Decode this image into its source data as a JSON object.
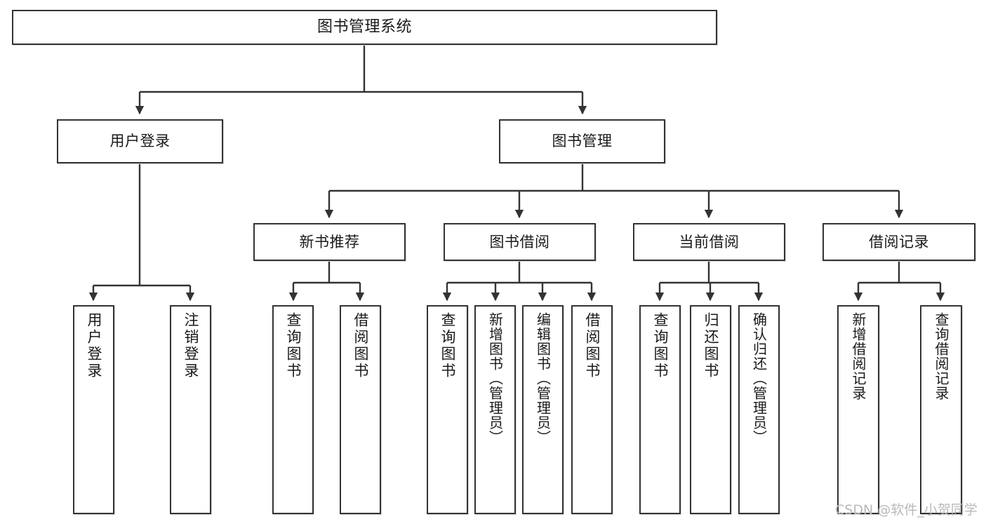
{
  "diagram": {
    "title": "图书管理系统",
    "type": "tree",
    "watermark": "CSDN @软件_小贺同学",
    "colors": {
      "border": "#333333",
      "background": "#ffffff",
      "text": "#1a1a1a",
      "watermark": "#b9b9b9"
    },
    "levels": {
      "root": {
        "id": "root",
        "label": "图书管理系统"
      },
      "level2": [
        {
          "id": "user-login",
          "label": "用户登录"
        },
        {
          "id": "book-management",
          "label": "图书管理"
        }
      ],
      "level3": [
        {
          "id": "new-book-recommend",
          "label": "新书推荐",
          "parent": "book-management"
        },
        {
          "id": "book-borrow",
          "label": "图书借阅",
          "parent": "book-management"
        },
        {
          "id": "current-borrow",
          "label": "当前借阅",
          "parent": "book-management"
        },
        {
          "id": "borrow-record",
          "label": "借阅记录",
          "parent": "book-management"
        }
      ],
      "leaves": [
        {
          "id": "leaf-user-login",
          "label": "用户登录",
          "parent": "user-login"
        },
        {
          "id": "leaf-logout-login",
          "label": "注销登录",
          "parent": "user-login"
        },
        {
          "id": "leaf-query-book-1",
          "label": "查询图书",
          "parent": "new-book-recommend"
        },
        {
          "id": "leaf-borrow-book-1",
          "label": "借阅图书",
          "parent": "new-book-recommend"
        },
        {
          "id": "leaf-query-book-2",
          "label": "查询图书",
          "parent": "book-borrow"
        },
        {
          "id": "leaf-add-book",
          "label": "新增图书（管理员）",
          "parent": "book-borrow"
        },
        {
          "id": "leaf-edit-book",
          "label": "编辑图书（管理员）",
          "parent": "book-borrow"
        },
        {
          "id": "leaf-borrow-book-2",
          "label": "借阅图书",
          "parent": "book-borrow"
        },
        {
          "id": "leaf-query-book-3",
          "label": "查询图书",
          "parent": "current-borrow"
        },
        {
          "id": "leaf-return-book",
          "label": "归还图书",
          "parent": "current-borrow"
        },
        {
          "id": "leaf-confirm-return",
          "label": "确认归还（管理员）",
          "parent": "current-borrow"
        },
        {
          "id": "leaf-add-record",
          "label": "新增借阅记录",
          "parent": "borrow-record"
        },
        {
          "id": "leaf-query-record",
          "label": "查询借阅记录",
          "parent": "borrow-record"
        }
      ]
    }
  }
}
